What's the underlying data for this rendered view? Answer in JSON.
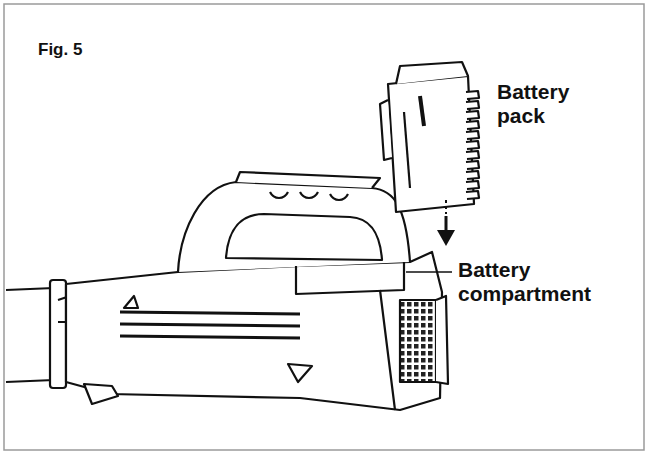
{
  "diagram": {
    "title": "Fig. 5",
    "labels": [
      "Battery pack",
      "Battery compartment"
    ]
  }
}
